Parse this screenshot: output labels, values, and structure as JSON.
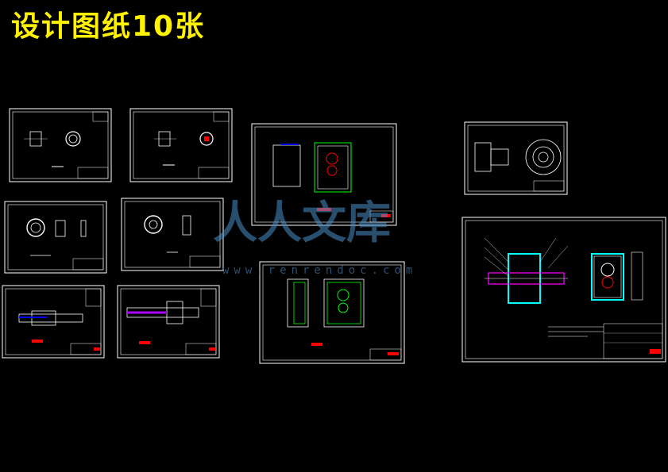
{
  "header": {
    "title": "设计图纸10张",
    "title_color": "#FFF200"
  },
  "canvas": {
    "background": "#000000",
    "sheet_border_color": "#FFFFFF",
    "accent_colors": [
      "#FF0000",
      "#00FF00",
      "#00FFFF",
      "#0000FF",
      "#FF00FF"
    ]
  },
  "drawings": [
    {
      "name": "sheet-1",
      "kind": "ring-part"
    },
    {
      "name": "sheet-2",
      "kind": "ring-part"
    },
    {
      "name": "sheet-3",
      "kind": "gearbox-housing"
    },
    {
      "name": "sheet-4",
      "kind": "flange-part"
    },
    {
      "name": "sheet-5",
      "kind": "ring-part"
    },
    {
      "name": "sheet-6",
      "kind": "ring-part"
    },
    {
      "name": "sheet-7",
      "kind": "shaft"
    },
    {
      "name": "sheet-8",
      "kind": "shaft"
    },
    {
      "name": "sheet-9",
      "kind": "gearbox-housing"
    },
    {
      "name": "sheet-10",
      "kind": "assembly"
    }
  ],
  "watermark": {
    "text": "人人文库",
    "url_text": "www.renrendoc.com",
    "color": "#4A90C8"
  }
}
